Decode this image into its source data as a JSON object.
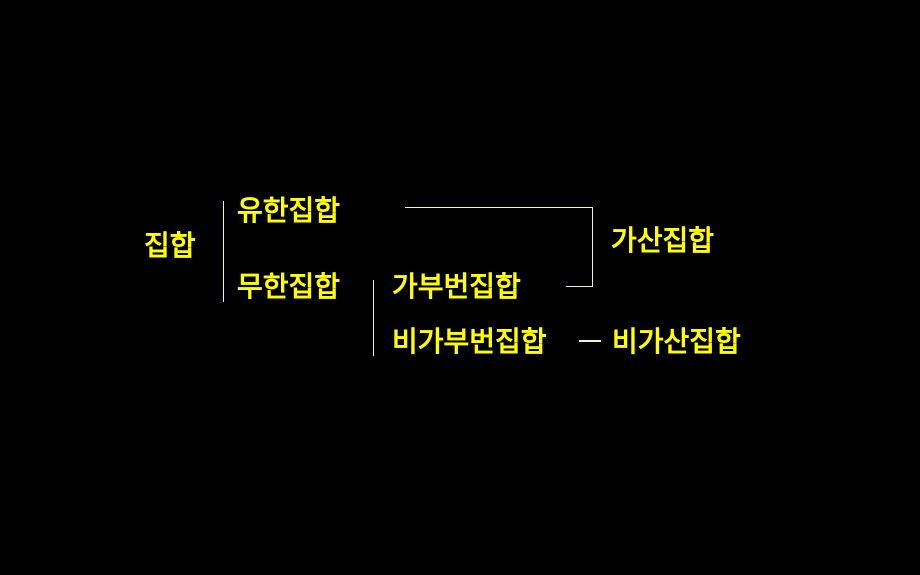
{
  "nodes": {
    "set": "집합",
    "finite": "유한집합",
    "infinite": "무한집합",
    "denumerable": "가부번집합",
    "non_denumerable": "비가부번집합",
    "countable": "가산집합",
    "uncountable": "비가산집합"
  },
  "colors": {
    "text": "#ffff00",
    "line": "#f4f4c8",
    "background": "#000000"
  }
}
